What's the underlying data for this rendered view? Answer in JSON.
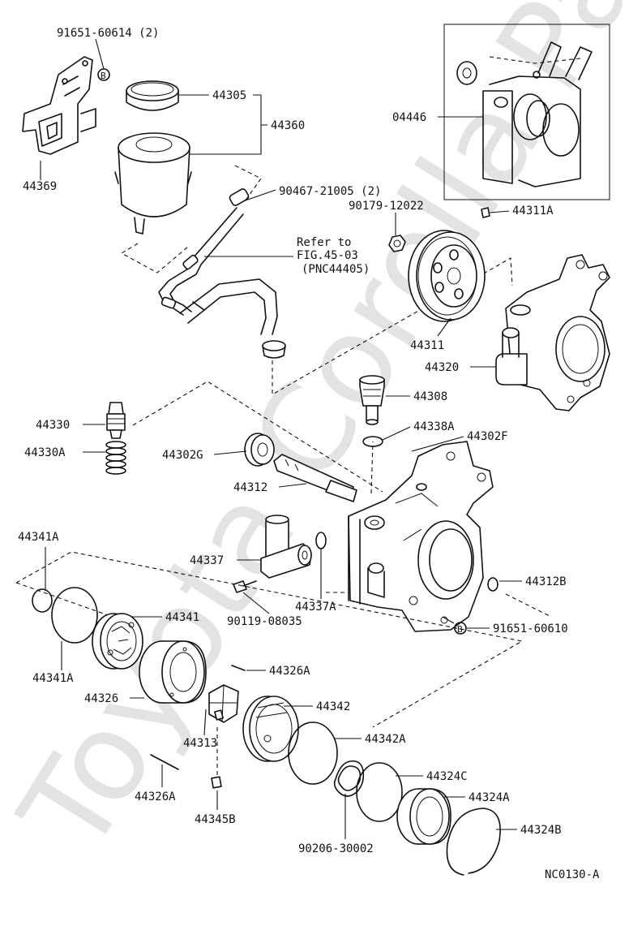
{
  "watermark": "Toyota Corolla Parts",
  "callouts": {
    "c91651_60614": "91651-60614 (2)",
    "b_top": "B",
    "c44305": "44305",
    "c44360": "44360",
    "c44369": "44369",
    "c04446": "04446",
    "c90467_21005": "90467-21005 (2)",
    "c90179_12022": "90179-12022",
    "c44311A": "44311A",
    "refer_line1": "Refer to",
    "refer_line2": "FIG.45-03",
    "refer_line3": "(PNC44405)",
    "c44311": "44311",
    "c44320": "44320",
    "c44308": "44308",
    "c44330": "44330",
    "c44330A": "44330A",
    "c44338A": "44338A",
    "c44302F": "44302F",
    "c44302G": "44302G",
    "c44312": "44312",
    "c44341A_top": "44341A",
    "c44337": "44337",
    "c44337A": "44337A",
    "c44312B": "44312B",
    "c44341": "44341",
    "c90119_08035": "90119-08035",
    "b_bottom": "B",
    "c91651_60610": "91651-60610",
    "c44341A_bottom": "44341A",
    "c44326A_top": "44326A",
    "c44326": "44326",
    "c44342": "44342",
    "c44313": "44313",
    "c44342A": "44342A",
    "c44324C": "44324C",
    "c44326A_bottom": "44326A",
    "c44324A": "44324A",
    "c44345B": "44345B",
    "c44324B": "44324B",
    "c90206_30002": "90206-30002",
    "figure_code": "NC0130-A"
  }
}
